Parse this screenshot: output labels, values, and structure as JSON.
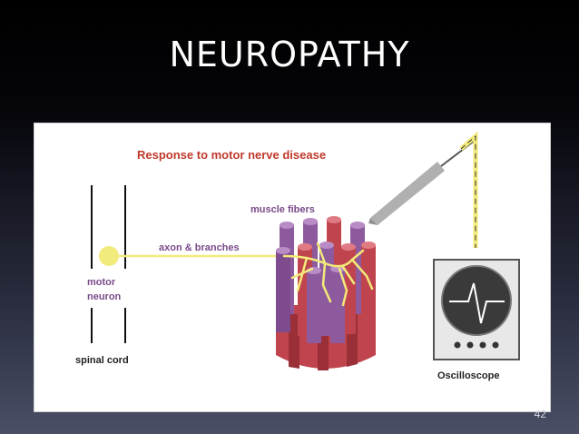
{
  "slide": {
    "title": "NEUROPATHY",
    "page_number": "42"
  },
  "diagram": {
    "heading": "Response to motor nerve disease",
    "labels": {
      "muscle_fibers": "muscle fibers",
      "axon_branches": "axon & branches",
      "motor": "motor",
      "neuron": "neuron",
      "spinal_cord": "spinal cord",
      "oscilloscope": "Oscilloscope"
    },
    "colors": {
      "heading": "#c0392b",
      "label": "#7a4a8a",
      "dark_label": "#222222",
      "neuron": "#f2ea7a",
      "fiber_purple": "#8e5a9e",
      "fiber_red": "#c0444d",
      "electrode": "#b0b0b0"
    }
  }
}
